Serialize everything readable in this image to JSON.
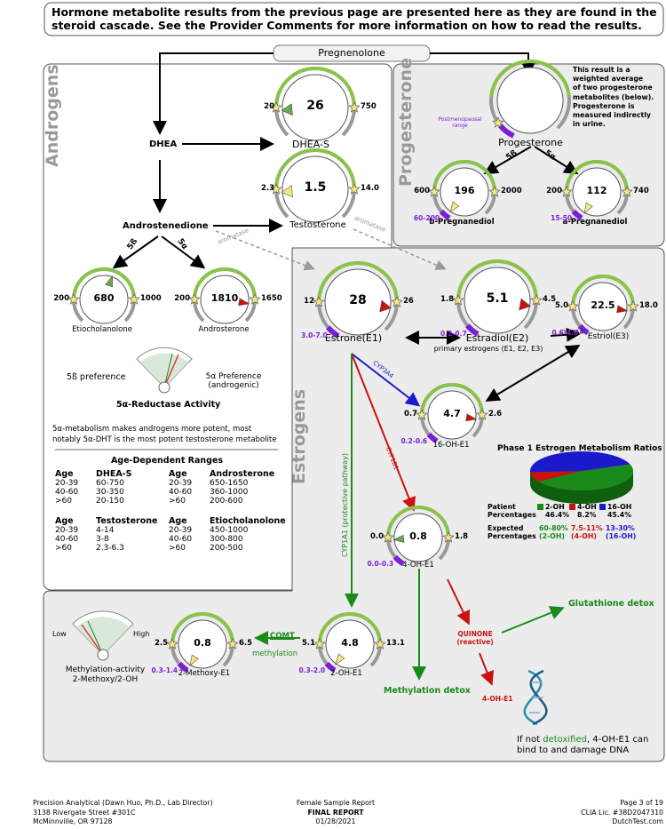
{
  "header": {
    "line1": "Hormone metabolite results from the previous page are presented here as they are found in the",
    "line2": "steroid cascade. See the Provider Comments for more information on how to read the results."
  },
  "sections": {
    "androgens": "Androgens",
    "progesterone": "Progesterone",
    "estrogens": "Estrogens"
  },
  "nodes": {
    "pregnenolone": "Pregnenolone",
    "dhea": "DHEA",
    "androstenedione": "Androstenedione",
    "testosterone": "Testosterone",
    "dheas": "DHEA-S",
    "progesterone": "Progesterone",
    "b_pregnanediol": "b-Pregnanediol",
    "a_pregnanediol": "a-Pregnanediol",
    "etiocholanolone": "Etiocholanolone",
    "androsterone": "Androsterone",
    "estrone": "Estrone(E1)",
    "estradiol": "Estradiol(E2)",
    "estriol": "Estriol(E3)",
    "primary_estrogens": "primary estrogens (E1, E2, E3)",
    "oh16": "16-OH-E1",
    "oh4": "4-OH-E1",
    "meo4": "2-OH-E1",
    "meo2": "2-Methoxy-E1",
    "quinone": "QUINONE",
    "quinone_sub": "(reactive)",
    "glutathione": "Glutathione detox",
    "methylation_detox": "Methylation detox",
    "dna_label": "4-OH-E1",
    "dna_text1_a": "If not ",
    "dna_text1_b": "detoxified",
    "dna_text1_c": ", 4-OH-E1 can",
    "dna_text2": "bind to and damage DNA"
  },
  "arrows": {
    "aromatase": "aromatase",
    "five_b": "5ß",
    "five_a": "5α",
    "cyp3a4": "CYP3A4",
    "cyp3a4b": "CYP3A4",
    "cyp1b1": "CYP1B1",
    "cyp1a1": "CYP1A1 (protective pathway)",
    "comt": "COMT",
    "methylation": "methylation"
  },
  "gauges": {
    "dheas": {
      "value": "26",
      "min": "20",
      "max": "750"
    },
    "testosterone": {
      "value": "1.5",
      "min": "2.3",
      "max": "14.0"
    },
    "etiocholanolone": {
      "value": "680",
      "min": "200",
      "max": "1000"
    },
    "androsterone": {
      "value": "1810",
      "min": "200",
      "max": "1650"
    },
    "progesterone": {
      "value": "",
      "postmeno": "Postmenopausal range"
    },
    "b_pregnanediol": {
      "value": "196",
      "min": "600",
      "max": "2000",
      "post": "60-200"
    },
    "a_pregnanediol": {
      "value": "112",
      "min": "200",
      "max": "740",
      "post": "15-50"
    },
    "estrone": {
      "value": "28",
      "min": "12",
      "max": "26",
      "post": "3.0-7.0"
    },
    "estradiol": {
      "value": "5.1",
      "min": "1.8",
      "max": "4.5",
      "post": "0.2-0.7"
    },
    "estriol": {
      "value": "22.5",
      "min": "5.0",
      "max": "18.0",
      "post": "0.6-4.0"
    },
    "oh16": {
      "value": "4.7",
      "min": "0.7",
      "max": "2.6",
      "post": "0.2-0.6"
    },
    "oh4": {
      "value": "0.8",
      "min": "0.0",
      "max": "1.8",
      "post": "0.0-0.3"
    },
    "oh2": {
      "value": "4.8",
      "min": "5.1",
      "max": "13.1",
      "post": "0.3-2.0"
    },
    "meo2": {
      "value": "0.8",
      "min": "2.5",
      "max": "6.5",
      "post": "0.3-1.4"
    }
  },
  "progesterone_note": {
    "l1": "This result is a",
    "l2": "weighted average",
    "l3": "of two progesterone",
    "l4": "metabolites (below).",
    "l5": "Progesterone is",
    "l6": "measured indirectly",
    "l7": "in urine."
  },
  "reductase": {
    "left": "5ß preference",
    "right1": "5α Preference",
    "right2": "(androgenic)",
    "title": "5α-Reductase Activity",
    "note1": "5α-metabolism makes androgens more potent, most",
    "note2": "notably 5α-DHT is the most potent testosterone metabolite",
    "level": 0.72
  },
  "age_ranges": {
    "title": "Age-Dependent Ranges",
    "tables": [
      {
        "h1": "Age",
        "h2": "DHEA-S",
        "rows": [
          [
            "20-39",
            "60-750"
          ],
          [
            "40-60",
            "30-350"
          ],
          [
            ">60",
            "20-150"
          ]
        ]
      },
      {
        "h1": "Age",
        "h2": "Androsterone",
        "rows": [
          [
            "20-39",
            "650-1650"
          ],
          [
            "40-60",
            "360-1000"
          ],
          [
            ">60",
            "200-600"
          ]
        ]
      },
      {
        "h1": "Age",
        "h2": "Testosterone",
        "rows": [
          [
            "20-39",
            "4-14"
          ],
          [
            "40-60",
            "3-8"
          ],
          [
            ">60",
            "2.3-6.3"
          ]
        ]
      },
      {
        "h1": "Age",
        "h2": "Etiocholanolone",
        "rows": [
          [
            "20-39",
            "450-1000"
          ],
          [
            "40-60",
            "300-800"
          ],
          [
            ">60",
            "200-500"
          ]
        ]
      }
    ]
  },
  "ratios": {
    "title": "Phase 1 Estrogen Metabolism Ratios",
    "patient_label1": "Patient",
    "patient_label2": "Percentages",
    "expected_label1": "Expected",
    "expected_label2": "Percentages",
    "items": [
      {
        "name": "2-OH",
        "patient": "46.4%",
        "expected1": "60-80%",
        "expected2": "(2-OH)",
        "color": "#1a8a1a"
      },
      {
        "name": "4-OH",
        "patient": "8.2%",
        "expected1": "7.5-11%",
        "expected2": "(4-OH)",
        "color": "#cc1111"
      },
      {
        "name": "16-OH",
        "patient": "45.4%",
        "expected1": "13-30%",
        "expected2": "(16-OH)",
        "color": "#1a1acc"
      }
    ],
    "chart_data": {
      "type": "pie",
      "categories": [
        "2-OH",
        "4-OH",
        "16-OH"
      ],
      "values": [
        46.4,
        8.2,
        45.4
      ]
    }
  },
  "methylation": {
    "low": "Low",
    "high": "High",
    "label1": "Methylation-activity",
    "label2": "2-Methoxy/2-OH",
    "level": 0.22
  },
  "footer": {
    "left1": "Precision Analytical (Dawn Huo, Ph.D., Lab Director)",
    "left2": "3138 Rivergate Street #301C",
    "left3": "McMinnville, OR 97128",
    "mid1": "Female Sample Report",
    "mid2": "FINAL REPORT",
    "mid3": "01/28/2021",
    "right1": "Page 3 of 19",
    "right2": "CLIA Lic. #38D2047310",
    "right3": "DutchTest.com"
  }
}
